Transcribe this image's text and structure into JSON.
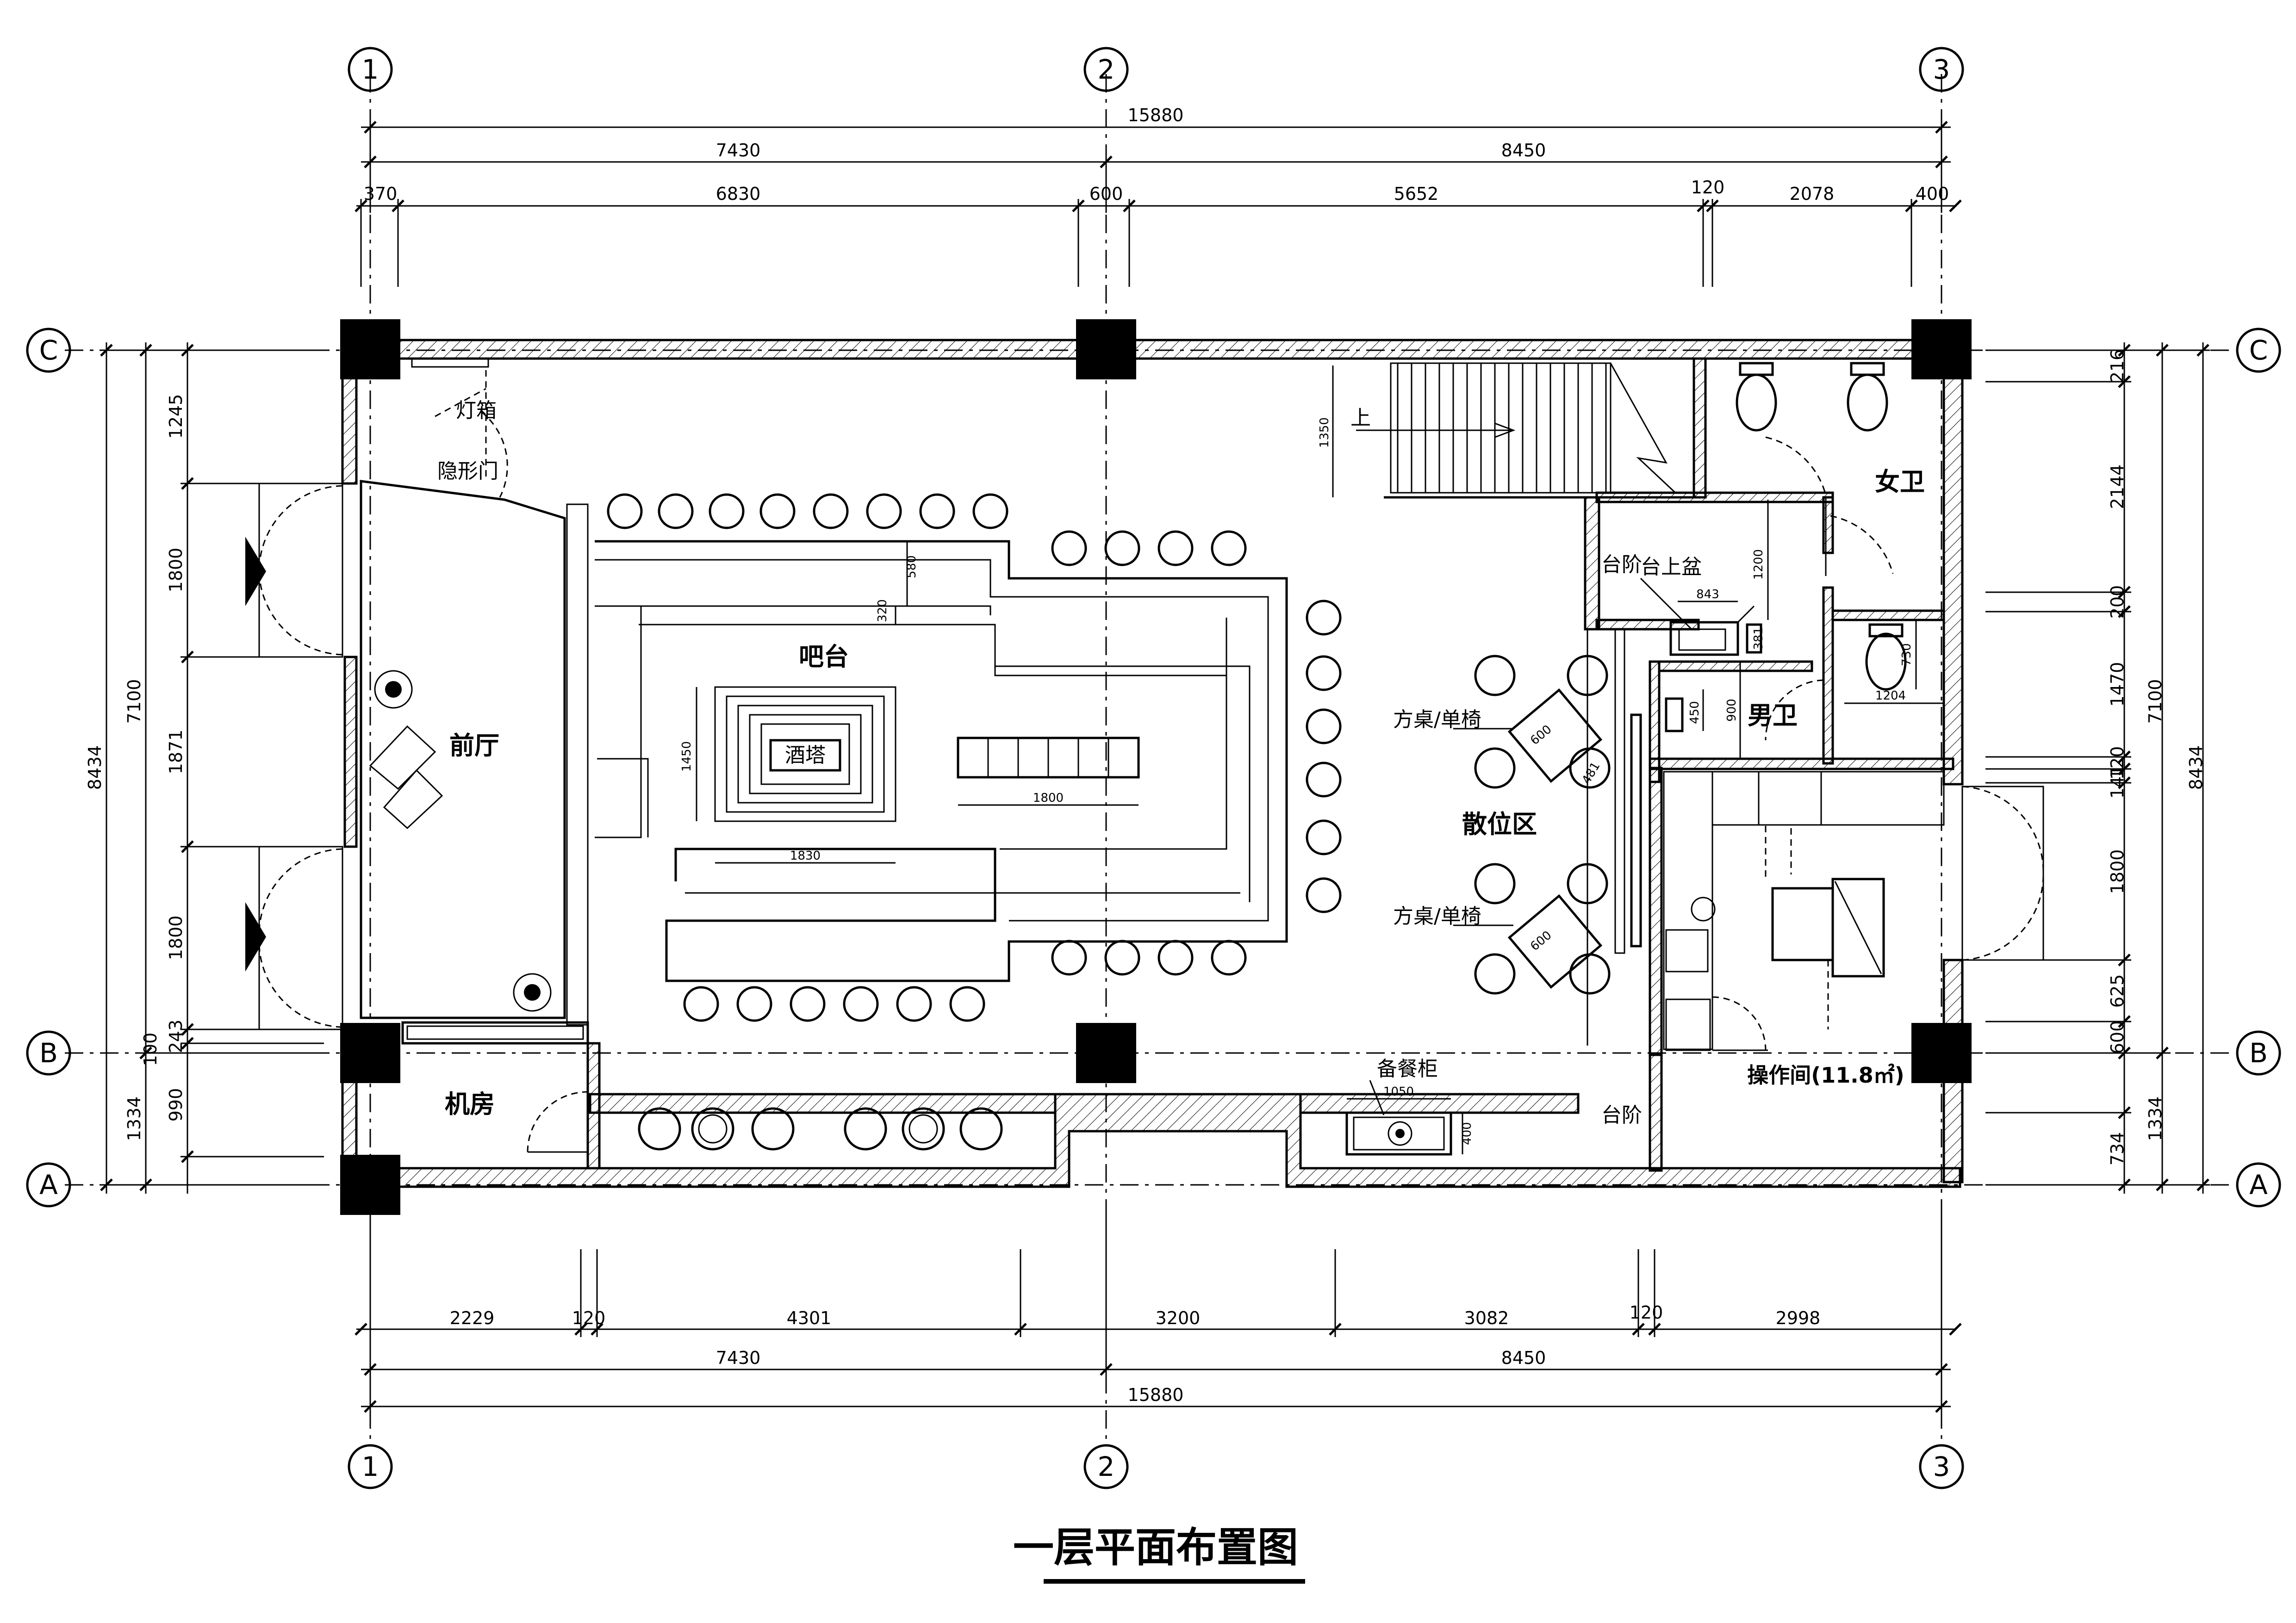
{
  "title": "一层平面布置图",
  "axes": {
    "columns": [
      "1",
      "2",
      "3"
    ],
    "rows": [
      "C",
      "B",
      "A"
    ]
  },
  "dims": {
    "top_total": "15880",
    "top_mid_1": "7430",
    "top_mid_2": "8450",
    "top_fine": [
      "370",
      "6830",
      "600",
      "5652",
      "120",
      "2078",
      "400"
    ],
    "bottom_fine": [
      "2229",
      "120",
      "4301",
      "3200",
      "3082",
      "120",
      "2998"
    ],
    "bottom_mid_1": "7430",
    "bottom_mid_2": "8450",
    "bottom_total": "15880",
    "left_total": "8434",
    "left_mid_1": "7100",
    "left_mid_2": "1334",
    "left_fine": [
      "1245",
      "1800",
      "1871",
      "1800",
      "243",
      "100",
      "990"
    ],
    "right_total": "8434",
    "right_mid_1": "7100",
    "right_mid_2": "1334",
    "right_fine": [
      "216",
      "2144",
      "200",
      "1470",
      "120",
      "141",
      "1800",
      "625",
      "600",
      "734"
    ],
    "inner": {
      "stair_1350": "1350",
      "bar_580": "580",
      "bar_320": "320",
      "tower_1450": "1450",
      "tower_1830": "1830",
      "counter_1800": "1800",
      "basin_843": "843",
      "basin_1200": "1200",
      "basin_381": "381",
      "urinal_450": "450",
      "urinal_900": "900",
      "toilet_730": "730",
      "toilet_1204": "1204",
      "table_600_a": "600",
      "table_481": "481",
      "table_600_b": "600",
      "cabinet_1050": "1050",
      "cabinet_400": "400"
    }
  },
  "labels": {
    "lightbox": "灯箱",
    "hidden_door": "隐形门",
    "lobby": "前厅",
    "bar": "吧台",
    "wine_tower": "酒塔",
    "up": "上",
    "steps_1": "台阶",
    "basin": "台上盆",
    "women_wc": "女卫",
    "men_wc": "男卫",
    "table_chair_1": "方桌/单椅",
    "table_chair_2": "方桌/单椅",
    "seating": "散位区",
    "machine_room": "机房",
    "service_cabinet": "备餐柜",
    "steps_2": "台阶",
    "kitchen": "操作间(11.8㎡)"
  }
}
